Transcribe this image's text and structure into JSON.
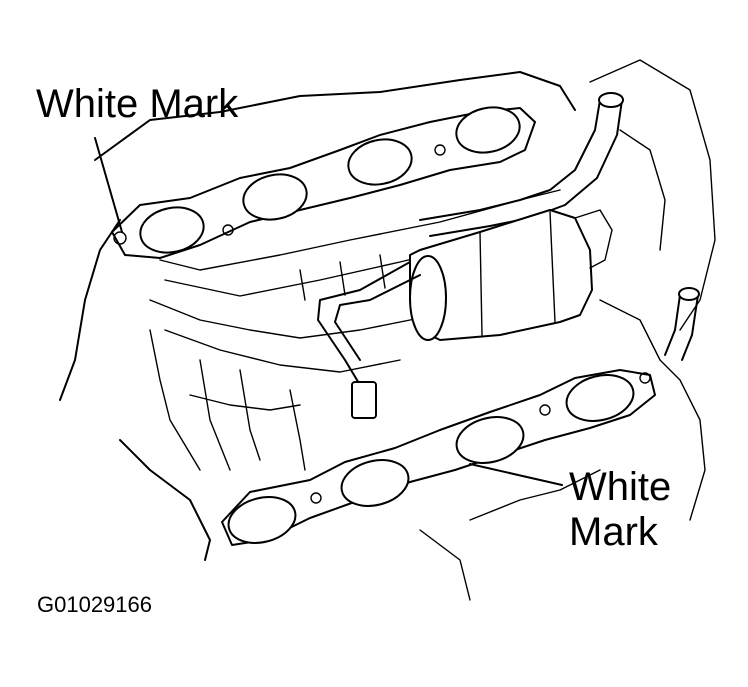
{
  "labels": {
    "white_mark_top": "White Mark",
    "white_mark_bottom_line1": "White",
    "white_mark_bottom_line2": "Mark"
  },
  "figure_id": "G01029166",
  "colors": {
    "line": "#000000",
    "background": "#ffffff"
  }
}
